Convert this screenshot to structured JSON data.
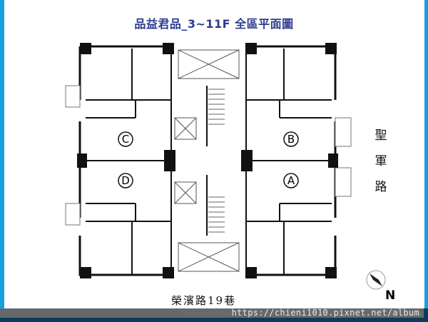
{
  "title": "品益君品_3~11F 全區平面圖",
  "units": [
    {
      "label": "C"
    },
    {
      "label": "B"
    },
    {
      "label": "D"
    },
    {
      "label": "A"
    }
  ],
  "streets": {
    "right": [
      "聖",
      "軍",
      "路"
    ],
    "bottom": "榮濱路19巷"
  },
  "compass": {
    "label": "N"
  },
  "watermark": "https://chieni1010.pixnet.net/album",
  "colors": {
    "frame": "#1a9fe0",
    "title": "#2c3a8c",
    "bottom_band": "#0d3a5c",
    "wall": "#111111"
  }
}
